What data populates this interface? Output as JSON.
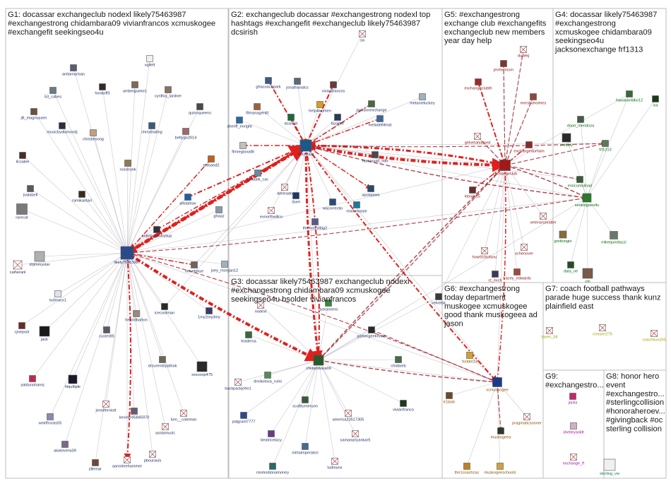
{
  "groups": [
    {
      "id": "G1",
      "title_lines": [
        "G1: docassar exchangeclub nodexl likely75463987",
        "#exchangestrong chidambara09 vivianfrancos xcmuskogee",
        "#exchangefit seekingseo4u"
      ]
    },
    {
      "id": "G2",
      "title_lines": [
        "G2: exchangeclub docassar #exchangestrong nodexl top",
        "hashtags #exchangefit #exchangeclub likely75463987",
        "dcsirish"
      ]
    },
    {
      "id": "G3",
      "title_lines": [
        "G3: docassar likely75463987 exchangeclub nodexl",
        "#exchangestrong chidambara09 xcmuskogee",
        "seekingseo4u bsolder vivianfrancos"
      ]
    },
    {
      "id": "G4",
      "title_lines": [
        "G4: docassar likely75463987",
        "#exchangestrong",
        "xcmuskogee chidambara09",
        "seekingseo4u",
        "jacksonexchange frf1313"
      ]
    },
    {
      "id": "G5",
      "title_lines": [
        "G5: #exchangestrong",
        "exchange club #exchangefits",
        "exchangeclub new members",
        "year day help"
      ]
    },
    {
      "id": "G6",
      "title_lines": [
        "G6: #exchangestrong",
        "today department",
        "muskogee xcmuskogee",
        "good thank muskogeea ad",
        "jason"
      ]
    },
    {
      "id": "G7",
      "title_lines": [
        "G7: coach football pathways",
        "parade huge success thank kunz",
        "plainfield east"
      ]
    },
    {
      "id": "G8",
      "title_lines": [
        "G8: honor hero",
        "event",
        "#exchangestro...",
        "#sterlingcollision",
        "#honoraheroev...",
        "#givingback #oc",
        "sterling collision"
      ]
    },
    {
      "id": "G9",
      "title_lines": [
        "G9:",
        "#exchangestro..."
      ]
    }
  ],
  "nodes": [
    {
      "id": "likely75463987",
      "g": "G1",
      "c": "#2a4a8a"
    },
    {
      "id": "anitamarisan",
      "g": "G1",
      "c": "#556070"
    },
    {
      "id": "vgilett",
      "g": "G1",
      "c": "#f0f0f0"
    },
    {
      "id": "53_cabes",
      "g": "G1",
      "c": "#6a7a8a"
    },
    {
      "id": "horikoff3",
      "g": "G1",
      "c": "#302a28"
    },
    {
      "id": "amberjparke1",
      "g": "G1",
      "c": "#7a6a5a"
    },
    {
      "id": "cynthia_lardner",
      "g": "G1",
      "c": "#8a7060"
    },
    {
      "id": "jill_magnussen",
      "g": "G1",
      "c": "#6a5040"
    },
    {
      "id": "quinnqueens",
      "g": "G1",
      "c": "#4a4a4a"
    },
    {
      "id": "musicbydiamondj",
      "g": "G1",
      "c": "#2a3040"
    },
    {
      "id": "christiesong",
      "g": "G1",
      "c": "#c0a080"
    },
    {
      "id": "christinaling",
      "g": "G1",
      "c": "#3a5a7a"
    },
    {
      "id": "bettygo2014",
      "g": "G1",
      "c": "#9a6a6a"
    },
    {
      "id": "licsalee",
      "g": "G1",
      "c": "#4a2a2a"
    },
    {
      "id": "rosstrunk",
      "g": "G1",
      "c": "#8a7a5a"
    },
    {
      "id": "redsand2",
      "g": "G1",
      "c": "#c06020"
    },
    {
      "id": "jvalabell",
      "g": "G1",
      "c": "#5a5a5a"
    },
    {
      "id": "ramikantari",
      "g": "G1",
      "c": "#3a2a20"
    },
    {
      "id": "allstateav",
      "g": "G1",
      "c": "#2060a0"
    },
    {
      "id": "rarecat",
      "g": "G1",
      "c": "#7a7a7a"
    },
    {
      "id": "ghaaz",
      "g": "G1",
      "c": "#8a9aaa"
    },
    {
      "id": "antioncountryaup",
      "g": "G1",
      "c": "#3a2a3a"
    },
    {
      "id": "drjimmystar",
      "g": "G1",
      "c": "#b0b0b0"
    },
    {
      "id": "caiheranl",
      "g": "G1",
      "c": "#ffffff"
    },
    {
      "id": "velvetskye",
      "g": "G1",
      "c": "#706060"
    },
    {
      "id": "joey_morgan12",
      "g": "G1",
      "c": "#a0b0c0"
    },
    {
      "id": "ludmacx1",
      "g": "G1",
      "c": "#e0e0f0"
    },
    {
      "id": "icecoolman",
      "g": "G1",
      "c": "#2a2a2a"
    },
    {
      "id": "1my2my3my",
      "g": "G1",
      "c": "#3a3a6a"
    },
    {
      "id": "heroldbarton",
      "g": "G1",
      "c": "#9a8a7a"
    },
    {
      "id": "cjnepool",
      "g": "G1",
      "c": "#6a2a2a"
    },
    {
      "id": "jack",
      "g": "G1",
      "c": "#1a1a1a"
    },
    {
      "id": "custer85",
      "g": "G1",
      "c": "#5a5a6a"
    },
    {
      "id": "yaldunohannj",
      "g": "G1",
      "c": "#c02a4a"
    },
    {
      "id": "hiqultiple",
      "g": "G1",
      "c": "#1a1a2a"
    },
    {
      "id": "drzurendrpathak",
      "g": "G1",
      "c": "#6a6a5a"
    },
    {
      "id": "xxxcoop475",
      "g": "G1",
      "c": "#2a2a2a"
    },
    {
      "id": "weirlfrocks55",
      "g": "G1",
      "c": "#8a8aaa"
    },
    {
      "id": "jenniferniott",
      "g": "G1",
      "c": "#ffffff"
    },
    {
      "id": "kevinto95845970",
      "g": "G1",
      "c": "#6a5a7a"
    },
    {
      "id": "tom__coleman",
      "g": "G1",
      "c": "#ffffff"
    },
    {
      "id": "akatevens09",
      "g": "G1",
      "c": "#7a6a8a"
    },
    {
      "id": "jillemar",
      "g": "G1",
      "c": "#6a4a3a"
    },
    {
      "id": "aaronleehammer",
      "g": "G1",
      "c": "#ffffff"
    },
    {
      "id": "pbourauls",
      "g": "G1",
      "c": "#ffffff"
    },
    {
      "id": "asotamusic",
      "g": "G1",
      "c": "#ffffff"
    },
    {
      "id": "docassar",
      "g": "G2",
      "c": "#1a5a8a"
    },
    {
      "id": "ghacoachpark",
      "g": "G2",
      "c": "#3a5a8a"
    },
    {
      "id": "jonathanalcs",
      "g": "G2",
      "c": "#5a6a7a"
    },
    {
      "id": "vivianfrancos",
      "g": "G2",
      "c": "#6a3a3a"
    },
    {
      "id": "fitmanagentll",
      "g": "G2",
      "c": "#a06040"
    },
    {
      "id": "help4women",
      "g": "G2",
      "c": "#d0a020"
    },
    {
      "id": "jacksonexchange",
      "g": "G2",
      "c": "#4a6a3a"
    },
    {
      "id": "melanieluckey",
      "g": "G2",
      "c": "#a0b0c0"
    },
    {
      "id": "sheriff_enright",
      "g": "G2",
      "c": "#2a6aa0"
    },
    {
      "id": "dcsirish",
      "g": "G2",
      "c": "#1a6a3a"
    },
    {
      "id": "bsolder",
      "g": "G2",
      "c": "#2a3a5a"
    },
    {
      "id": "meladellilmat",
      "g": "G2",
      "c": "#3a6a9a"
    },
    {
      "id": "flmregionaltll",
      "g": "G2",
      "c": "#c0c0c0"
    },
    {
      "id": "kidstalk_cac",
      "g": "G2",
      "c": "#6a8aa0"
    },
    {
      "id": "humanoid_info",
      "g": "G2",
      "c": "#4a4a4a"
    },
    {
      "id": "dentrado",
      "g": "G2",
      "c": "#ffffff"
    },
    {
      "id": "apotajaws",
      "g": "G2",
      "c": "#2a4a6a"
    },
    {
      "id": "3seri",
      "g": "G2",
      "c": "#1a3a6a"
    },
    {
      "id": "wacorrectio",
      "g": "G2",
      "c": "#2a4a7a"
    },
    {
      "id": "realtorbasie",
      "g": "G2",
      "c": "#1a7a9a"
    },
    {
      "id": "exnorthwillco",
      "g": "G2",
      "c": "#ffffff"
    },
    {
      "id": "thomashilbig2",
      "g": "G2",
      "c": "#5a5a8a"
    },
    {
      "id": "sa",
      "g": "G2",
      "c": "#ffffff"
    },
    {
      "id": "chidambara09",
      "g": "G3",
      "c": "#2a5a2a"
    },
    {
      "id": "nodexl",
      "g": "G3",
      "c": "#ffffff"
    },
    {
      "id": "jacksonexc",
      "g": "G3",
      "c": "#3a8a3a"
    },
    {
      "id": "leadersa",
      "g": "G3",
      "c": "#3a6a3a"
    },
    {
      "id": "gamergeeknews",
      "g": "G3",
      "c": "#2a2a2a"
    },
    {
      "id": "chidamb",
      "g": "G3",
      "c": "#4a6a4a"
    },
    {
      "id": "backpackjohn1",
      "g": "G3",
      "c": "#ffffff"
    },
    {
      "id": "drnikolova_rumi",
      "g": "G3",
      "c": "#5a8a5a"
    },
    {
      "id": "scottturneruon",
      "g": "G3",
      "c": "#3a5a3a"
    },
    {
      "id": "vivianfranco",
      "g": "G3",
      "c": "#1a3a1a"
    },
    {
      "id": "patgrant7777",
      "g": "G3",
      "c": "#2a4a8a"
    },
    {
      "id": "america23517305",
      "g": "G3",
      "c": "#ffffff"
    },
    {
      "id": "beatricelacy",
      "g": "G3",
      "c": "#6a3a8a"
    },
    {
      "id": "samanpriyankar5",
      "g": "G3",
      "c": "#ffffff"
    },
    {
      "id": "mirtaimperatori",
      "g": "G3",
      "c": "#4a6a8a"
    },
    {
      "id": "ludmanx",
      "g": "G3",
      "c": "#ffffff"
    },
    {
      "id": "momodionamoney",
      "g": "G3",
      "c": "#2a6a6a"
    },
    {
      "id": "velvetsk",
      "g": "G3",
      "c": "#3a3a3a"
    },
    {
      "id": "exchangeclub",
      "g": "G5",
      "c": "#a01a1a"
    },
    {
      "id": "dudekj",
      "g": "G5",
      "c": "#ffffff"
    },
    {
      "id": "jenhermom",
      "g": "G5",
      "c": "#7a3a2a"
    },
    {
      "id": "exchangeclubth",
      "g": "G5",
      "c": "#a02a2a"
    },
    {
      "id": "mershoholmes",
      "g": "G5",
      "c": "#8a4a3a"
    },
    {
      "id": "gelvetahoused",
      "g": "G5",
      "c": "#ffffff"
    },
    {
      "id": "exchangedurham",
      "g": "G5",
      "c": "#8a2a2a"
    },
    {
      "id": "ktsoila15",
      "g": "G5",
      "c": "#6a2a2a"
    },
    {
      "id": "veteransmatter",
      "g": "G5",
      "c": "#ffffff"
    },
    {
      "id": "how915tofyou",
      "g": "G5",
      "c": "#ffffff"
    },
    {
      "id": "xchenover",
      "g": "G5",
      "c": "#ffffff"
    },
    {
      "id": "ct_exch",
      "g": "G5",
      "c": "#3a3a5a"
    },
    {
      "id": "tracey_edwards",
      "g": "G5",
      "c": "#a04a3a"
    },
    {
      "id": "seekingseo4u",
      "g": "G4",
      "c": "#2a7a2a"
    },
    {
      "id": "hawaiianldko12",
      "g": "G4",
      "c": "#3a6a3a"
    },
    {
      "id": "isa",
      "g": "G4",
      "c": "#1a3a1a"
    },
    {
      "id": "donn_mendoza",
      "g": "G4",
      "c": "#4a5a4a"
    },
    {
      "id": "zonboy",
      "g": "G4",
      "c": "#2a2a2a"
    },
    {
      "id": "frf1313",
      "g": "G4",
      "c": "#5a7a5a"
    },
    {
      "id": "enricomolinari",
      "g": "G4",
      "c": "#3a5a3a"
    },
    {
      "id": "grettongin",
      "g": "G4",
      "c": "#8a6a3a"
    },
    {
      "id": "mikequindazzi",
      "g": "G4",
      "c": "#6a7a6a"
    },
    {
      "id": "data_ne",
      "g": "G4",
      "c": "#2a4a2a"
    },
    {
      "id": "chi",
      "g": "G4",
      "c": "#7a5a4a"
    },
    {
      "id": "xcmuskogee",
      "g": "G6",
      "c": "#1a3a8a"
    },
    {
      "id": "fortdel13",
      "g": "G6",
      "c": "#d0a030"
    },
    {
      "id": "k1task",
      "g": "G6",
      "c": "#6a4a2a"
    },
    {
      "id": "pragmaticsooner",
      "g": "G6",
      "c": "#ffffff"
    },
    {
      "id": "muskogeea",
      "g": "G6",
      "c": "#2a3a2a"
    },
    {
      "id": "the1coachzac",
      "g": "G6",
      "c": "#c08020"
    },
    {
      "id": "muskogeeschools",
      "g": "G6",
      "c": "#d0a040"
    },
    {
      "id": "taven_34",
      "g": "G7",
      "c": "#ffffff"
    },
    {
      "id": "cmeyer275",
      "g": "G7",
      "c": "#ffffff"
    },
    {
      "id": "coachkunz55",
      "g": "G7",
      "c": "#ffffff"
    },
    {
      "id": "jacks",
      "g": "G9",
      "c": "#c02a6a"
    },
    {
      "id": "shelleyaoldt",
      "g": "G9",
      "c": "#d0b0c0"
    },
    {
      "id": "exchange_ft",
      "g": "G9",
      "c": "#ffffff"
    },
    {
      "id": "sterling_vw",
      "g": "G8",
      "c": "#f0f0f0"
    }
  ]
}
